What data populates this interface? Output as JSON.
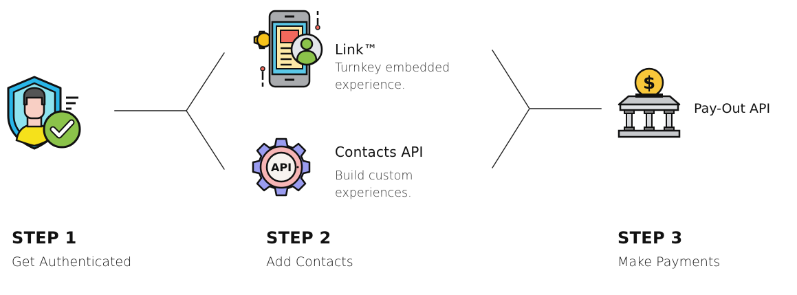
{
  "steps": [
    {
      "title": "STEP 1",
      "subtitle": "Get Authenticated",
      "icon": "shield-user-verified-icon"
    },
    {
      "title": "STEP 2",
      "subtitle": "Add Contacts",
      "options": [
        {
          "title": "Link™",
          "description_lines": [
            "Turnkey embedded",
            "experience."
          ],
          "icon": "mobile-user-gear-icon"
        },
        {
          "title": "Contacts API",
          "description_lines": [
            "Build custom",
            "experiences."
          ],
          "icon": "api-gear-icon"
        }
      ]
    },
    {
      "title": "STEP 3",
      "subtitle": "Make Payments",
      "option": {
        "title": "Pay-Out API",
        "icon": "bank-dollar-icon"
      }
    }
  ],
  "colors": {
    "connector": "#2b2b2b",
    "shield_blue": "#29b6e8",
    "shield_inner": "#8ee3ef",
    "check_green": "#8bc34a",
    "user_yellow": "#f5e11b",
    "gear_yellow": "#f7c31b",
    "phone_screen": "#5ac8e8",
    "screen_red": "#f2685c",
    "screen_cream": "#fde9a7",
    "api_gear": "#9a9cf0",
    "api_ring": "#f7b5b5",
    "coin_yellow": "#f8c73a",
    "bank_grey": "#c7c9cc"
  }
}
